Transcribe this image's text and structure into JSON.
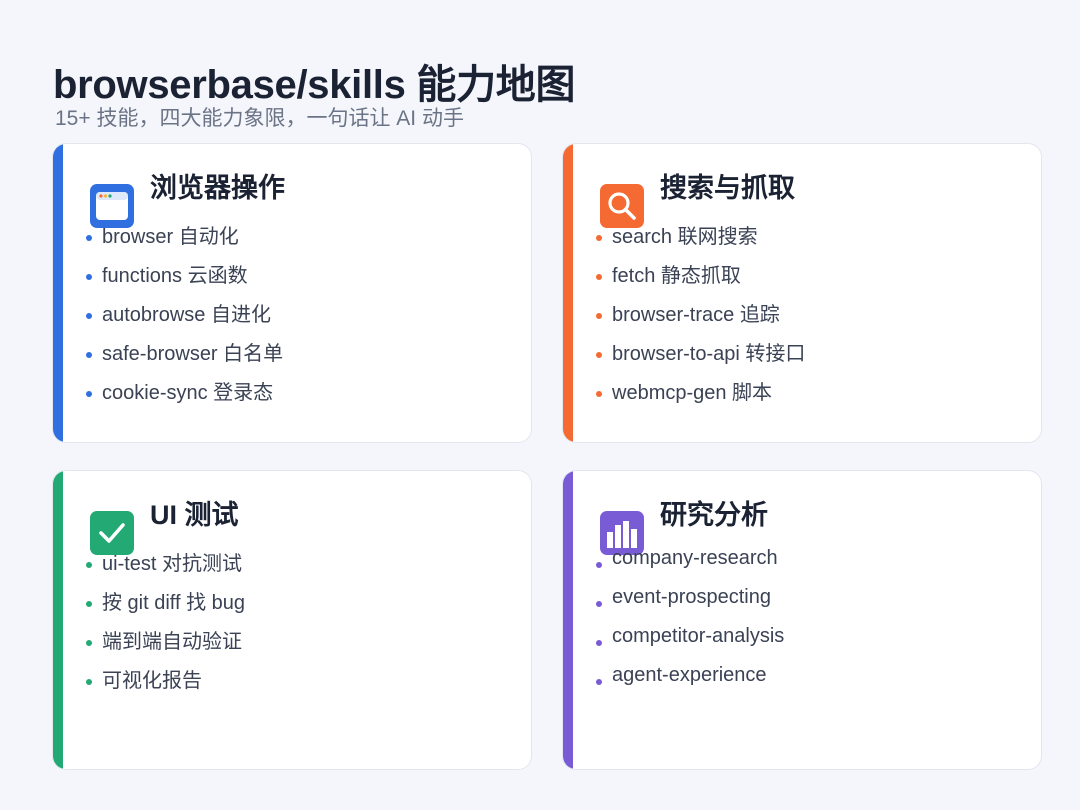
{
  "header": {
    "title": "browserbase/skills 能力地图",
    "subtitle": "15+ 技能，四大能力象限，一句话让 AI 动手"
  },
  "cards": [
    {
      "id": "browser",
      "title": "浏览器操作",
      "icon": "browser-window-icon",
      "color": "#2f6fe0",
      "items": [
        "browser 自动化",
        "functions 云函数",
        "autobrowse 自进化",
        "safe-browser 白名单",
        "cookie-sync 登录态"
      ]
    },
    {
      "id": "search",
      "title": "搜索与抓取",
      "icon": "magnifier-icon",
      "color": "#f46a32",
      "items": [
        "search 联网搜索",
        "fetch 静态抓取",
        "browser-trace 追踪",
        "browser-to-api 转接口",
        "webmcp-gen 脚本"
      ]
    },
    {
      "id": "ui",
      "title": "UI 测试",
      "icon": "checkmark-icon",
      "color": "#23a974",
      "items": [
        "ui-test 对抗测试",
        "按 git diff 找 bug",
        "端到端自动验证",
        "可视化报告"
      ]
    },
    {
      "id": "research",
      "title": "研究分析",
      "icon": "bar-chart-icon",
      "color": "#7a5bd6",
      "items": [
        "company-research",
        "event-prospecting",
        "competitor-analysis",
        "agent-experience"
      ]
    }
  ]
}
